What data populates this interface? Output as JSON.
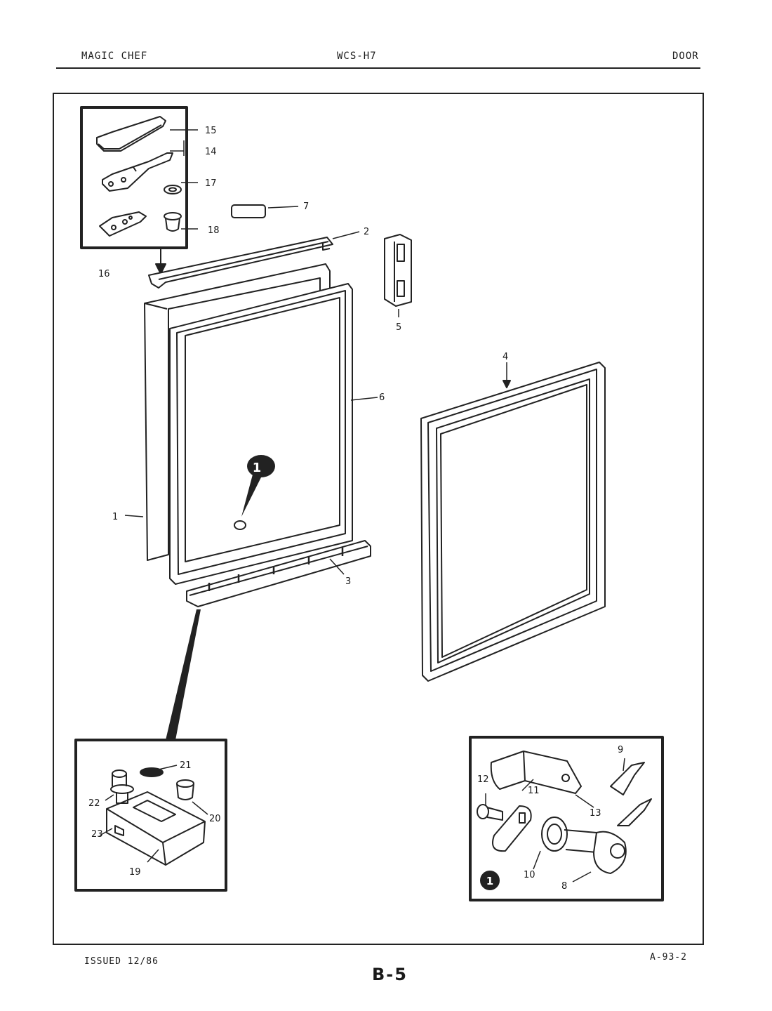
{
  "header": {
    "brand": "MAGIC CHEF",
    "model": "WCS-H7",
    "section": "DOOR"
  },
  "footer": {
    "issued": "ISSUED 12/86",
    "page": "B-5",
    "ref": "A-93-2"
  },
  "parts": {
    "p1": "1",
    "p2": "2",
    "p3": "3",
    "p4": "4",
    "p5": "5",
    "p6": "6",
    "p7": "7",
    "p8": "8",
    "p9": "9",
    "p10": "10",
    "p11": "11",
    "p12": "12",
    "p13": "13",
    "p14": "14",
    "p15": "15",
    "p16": "16",
    "p17": "17",
    "p18": "18",
    "p19": "19",
    "p20": "20",
    "p21": "21",
    "p22": "22",
    "p23": "23"
  },
  "callout_marker": "1"
}
